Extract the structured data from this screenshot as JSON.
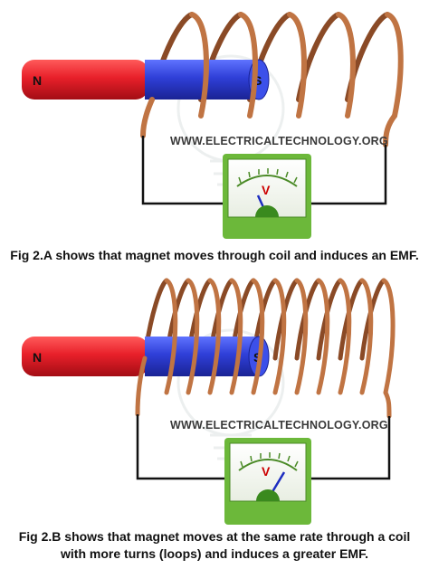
{
  "watermark": "WWW.ELECTRICALTECHNOLOGY.ORG",
  "magnet": {
    "north_label": "N",
    "south_label": "S",
    "north_color": "#e8202a",
    "south_color": "#2f3fd8"
  },
  "voltmeter": {
    "label": "V",
    "body_color": "#6cb83a"
  },
  "coil_color": "#b8693a",
  "figures": [
    {
      "caption": "Fig 2.A shows that magnet moves through coil and induces an EMF."
    },
    {
      "caption_line1": "Fig 2.B shows that magnet moves at the same rate through a coil",
      "caption_line2": "with more turns (loops) and induces a greater EMF."
    }
  ]
}
